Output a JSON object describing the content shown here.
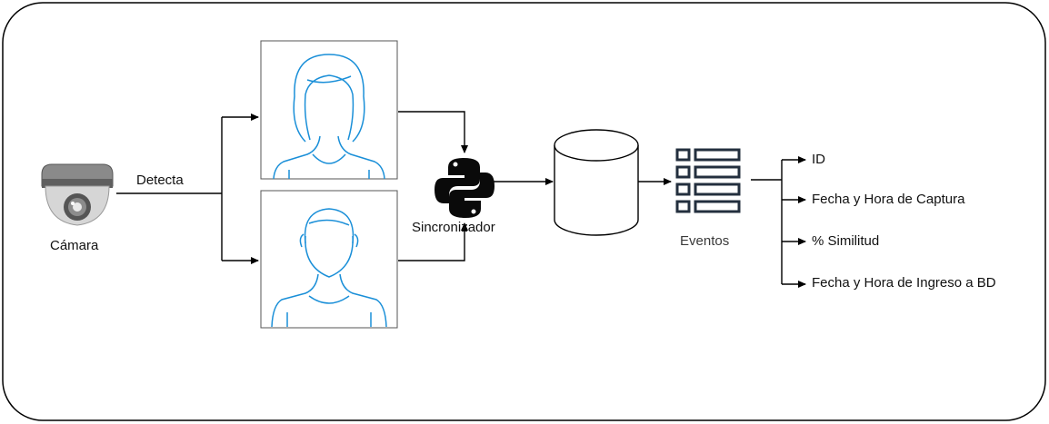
{
  "camera": {
    "label": "Cámara",
    "icon": "security-camera-icon"
  },
  "edge": {
    "detect_label": "Detecta"
  },
  "faces": [
    {
      "icon": "female-face-icon",
      "color": "#1a8fd8"
    },
    {
      "icon": "male-face-icon",
      "color": "#1a8fd8"
    }
  ],
  "synchronizer": {
    "label": "Sincronizador",
    "icon": "python-logo-icon"
  },
  "database": {
    "icon": "database-cylinder-icon"
  },
  "events": {
    "label": "Eventos",
    "icon": "event-list-icon",
    "color": "#232f3e"
  },
  "fields": [
    {
      "label": "ID"
    },
    {
      "label": "Fecha y Hora de Captura"
    },
    {
      "label": "% Similitud"
    },
    {
      "label": "Fecha y Hora de Ingreso a BD"
    }
  ]
}
